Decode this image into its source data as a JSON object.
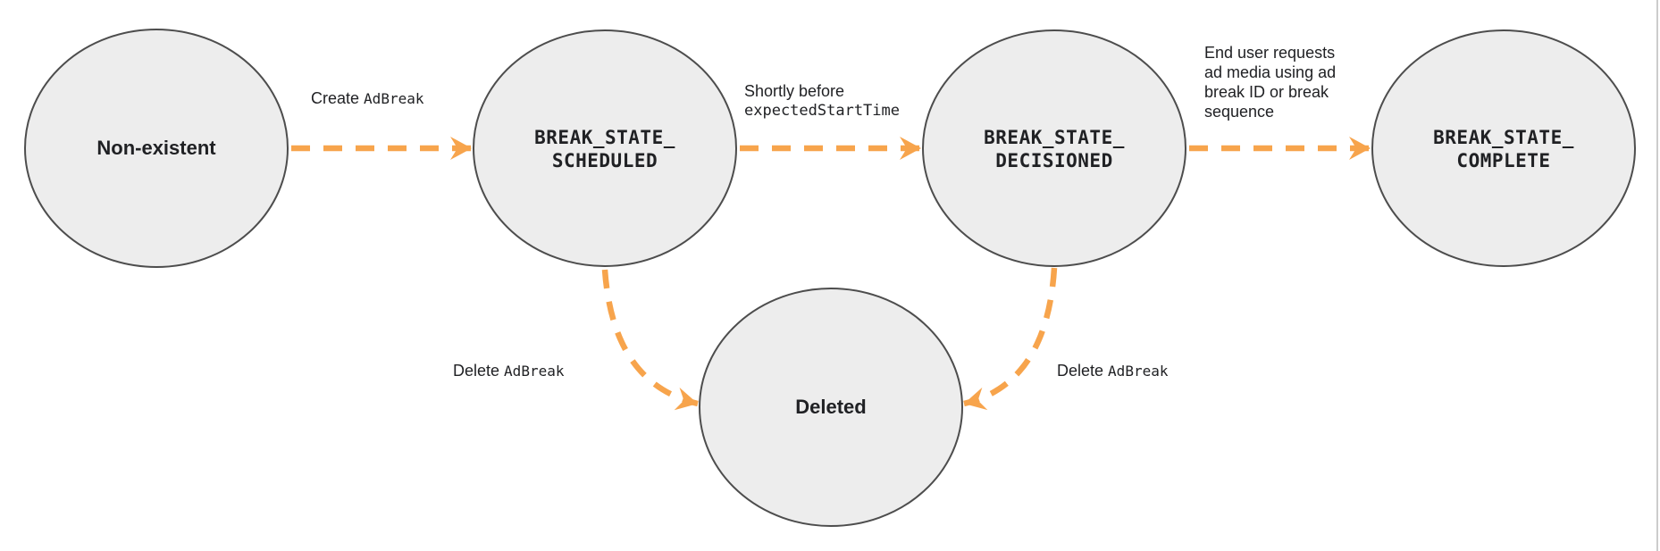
{
  "theme": {
    "accent": "#F7A44C",
    "node_fill": "#EDEDED",
    "node_border": "#4D4D4D",
    "text_color": "#202124",
    "divider": "#CCCCCC"
  },
  "nodes": {
    "non_existent": {
      "label": "Non-existent"
    },
    "scheduled": {
      "line1": "BREAK_STATE_",
      "line2": "SCHEDULED"
    },
    "decisioned": {
      "line1": "BREAK_STATE_",
      "line2": "DECISIONED"
    },
    "complete": {
      "line1": "BREAK_STATE_",
      "line2": "COMPLETE"
    },
    "deleted": {
      "label": "Deleted"
    }
  },
  "edges": {
    "create": {
      "prefix": "Create",
      "code": "AdBreak"
    },
    "decision": {
      "line1": "Shortly before",
      "line2": "expectedStartTime"
    },
    "complete": {
      "line1": "End user requests",
      "line2": "ad media using ad",
      "line3": "break ID or break",
      "line4": "sequence"
    },
    "delete_left": {
      "prefix": "Delete",
      "code": "AdBreak"
    },
    "delete_right": {
      "prefix": "Delete",
      "code": "AdBreak"
    }
  }
}
